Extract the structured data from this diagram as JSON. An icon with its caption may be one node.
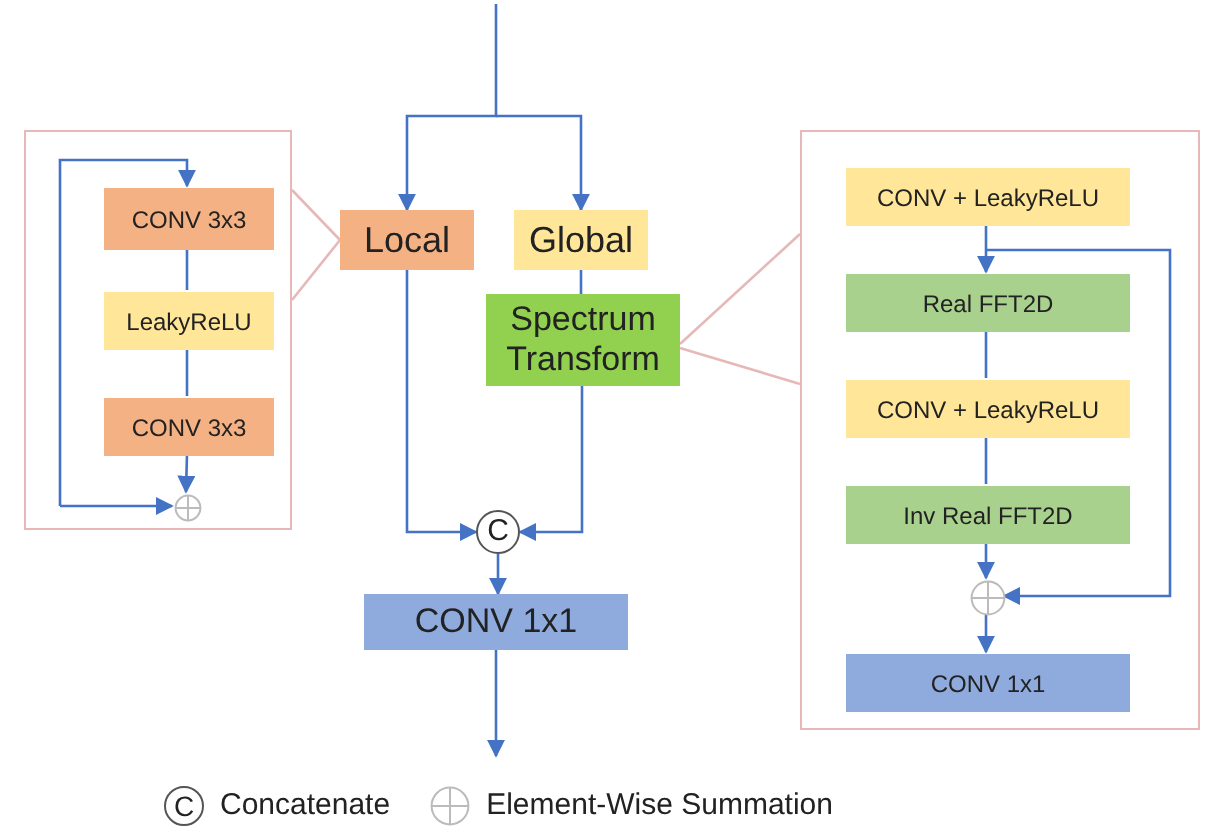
{
  "diagram": {
    "nodes": [
      {
        "text": [],
        "shape": "box"
      },
      {
        "text": [
          "CONV 3x3"
        ],
        "in": 0
      },
      {
        "text": [
          "LeakyReLU"
        ],
        "in": 0
      },
      {
        "text": [
          "CONV 3x3"
        ],
        "in": 0
      },
      {
        "text": [],
        "shape": "circle",
        "in": 0
      },
      {
        "text": [
          "Local"
        ]
      },
      {
        "text": [
          "Global"
        ]
      },
      {
        "text": [
          "Spectrum Transform"
        ]
      },
      {
        "text": [
          "C"
        ]
      },
      {
        "text": [
          "CONV 1x1"
        ]
      },
      {
        "text": [],
        "shape": "box"
      },
      {
        "text": [
          "CONV + LeakyReLU"
        ],
        "in": 10
      },
      {
        "text": [
          "Real FFT2D"
        ],
        "in": 10
      },
      {
        "text": [
          "CONV + LeakyReLU"
        ],
        "in": 10
      },
      {
        "text": [
          "Inv Real FFT2D"
        ],
        "in": 10
      },
      {
        "text": [],
        "shape": "circle",
        "in": 10
      },
      {
        "text": [
          "CONV 1x1"
        ],
        "in": 10
      }
    ],
    "edges": [
      {
        "from": null,
        "to": 5,
        "arrow": "to"
      },
      {
        "from": null,
        "to": 6,
        "arrow": "to"
      },
      {
        "from": 5,
        "to": 8,
        "arrow": "to"
      },
      {
        "from": 6,
        "to": 7,
        "arrow": "none"
      },
      {
        "from": 7,
        "to": 8,
        "arrow": "to"
      },
      {
        "from": 8,
        "to": 9,
        "arrow": "to"
      },
      {
        "from": 9,
        "to": null,
        "arrow": "to"
      },
      {
        "from": 5,
        "to": 0,
        "arrow": "none",
        "color": "#e6b8b7"
      },
      {
        "from": 5,
        "to": 0,
        "arrow": "none",
        "color": "#e6b8b7"
      },
      {
        "from": 7,
        "to": 10,
        "arrow": "none",
        "color": "#e6b8b7"
      },
      {
        "from": 7,
        "to": 10,
        "arrow": "none",
        "color": "#e6b8b7"
      },
      {
        "from": null,
        "to": 1,
        "arrow": "to"
      },
      {
        "from": 1,
        "to": 2,
        "arrow": "none"
      },
      {
        "from": 2,
        "to": 3,
        "arrow": "none"
      },
      {
        "from": 3,
        "to": 4,
        "arrow": "to"
      },
      {
        "from": null,
        "to": 4,
        "arrow": "to"
      },
      {
        "from": 11,
        "to": 12,
        "arrow": "to"
      },
      {
        "from": 12,
        "to": 13,
        "arrow": "none"
      },
      {
        "from": 13,
        "to": 14,
        "arrow": "none"
      },
      {
        "from": 14,
        "to": 15,
        "arrow": "to"
      },
      {
        "from": 15,
        "to": 16,
        "arrow": "to"
      },
      {
        "from": 11,
        "to": 15,
        "arrow": "to"
      }
    ],
    "labels": [
      "C"
    ],
    "legend": [
      {
        "text": "Concatenate"
      },
      {
        "text": "Element-Wise Summation"
      }
    ]
  }
}
